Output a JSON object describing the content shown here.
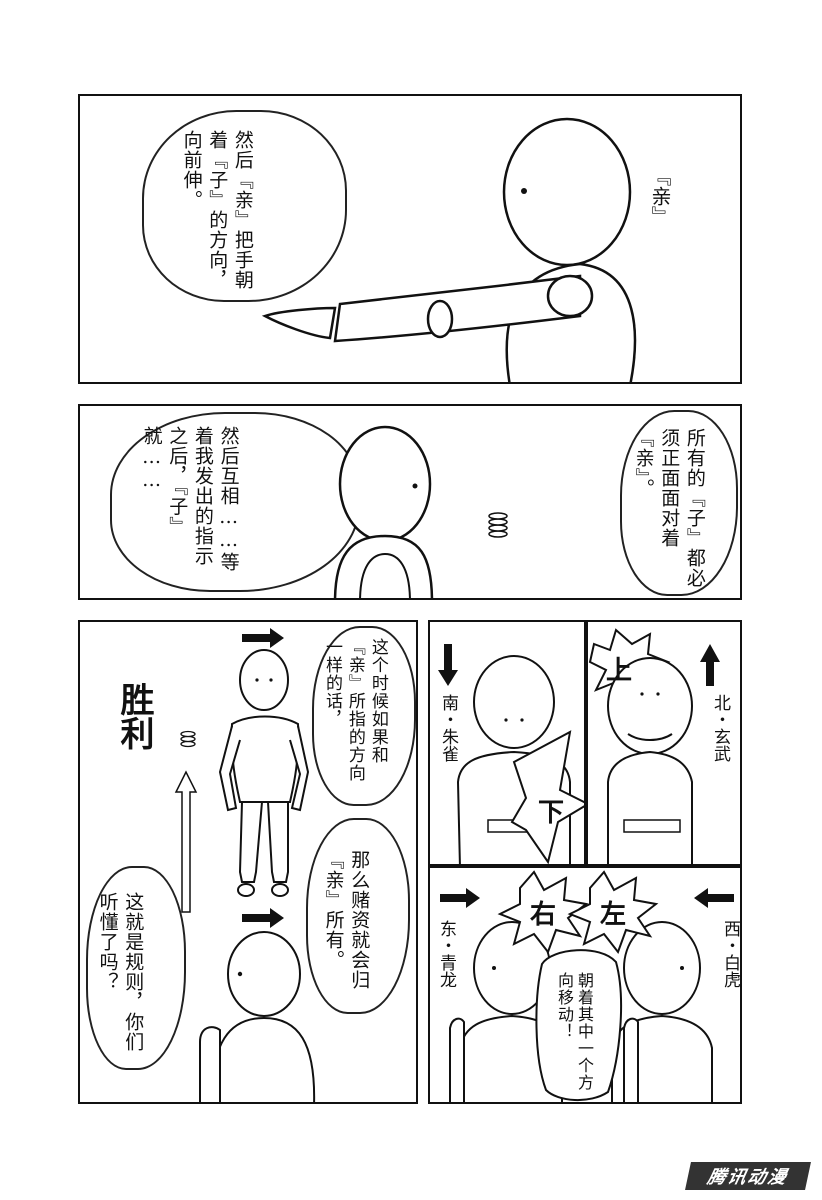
{
  "panel1": {
    "speech": "然后『亲』把手朝着『子』的方向，向前伸。",
    "label": "『亲』"
  },
  "panel2": {
    "speech_left": "然后互相……等着我发出的指示之后，『子』就……",
    "speech_right": "所有的『子』都必须正面面对着『亲』。"
  },
  "panel3": {
    "win_label": "胜利",
    "speech_top": "这个时候如果和『亲』所指的方向一样的话，",
    "speech_mid": "那么赌资就会归『亲』所有。",
    "speech_bottom": "这就是规则，你们听懂了吗？"
  },
  "panel4": {
    "label": "南・朱雀",
    "burst": "下"
  },
  "panel5": {
    "label": "北・玄武",
    "burst": "上"
  },
  "panel6": {
    "label_left": "东・青龙",
    "label_right": "西・白虎",
    "burst_left": "右",
    "burst_right": "左",
    "speech": "朝着其中一个方向移动！"
  },
  "watermark": "腾讯动漫"
}
